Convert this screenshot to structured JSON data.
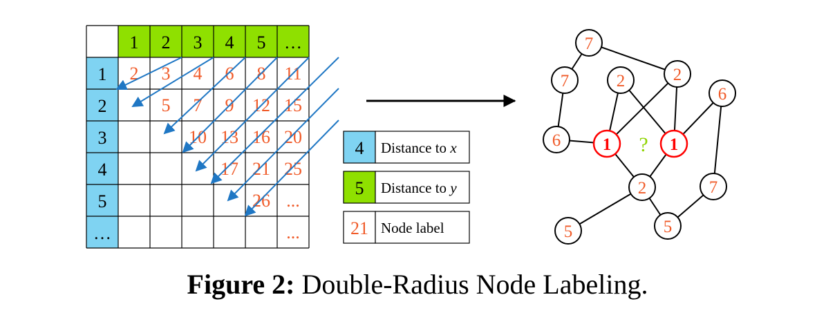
{
  "grid": {
    "column_headers": [
      "1",
      "2",
      "3",
      "4",
      "5",
      "…"
    ],
    "row_headers": [
      "1",
      "2",
      "3",
      "4",
      "5",
      "…"
    ],
    "cells": [
      [
        "2",
        "3",
        "4",
        "6",
        "8",
        "11"
      ],
      [
        "",
        "5",
        "7",
        "9",
        "12",
        "15"
      ],
      [
        "",
        "",
        "10",
        "13",
        "16",
        "20"
      ],
      [
        "",
        "",
        "",
        "17",
        "21",
        "25"
      ],
      [
        "",
        "",
        "",
        "",
        "26",
        "..."
      ],
      [
        "",
        "",
        "",
        "",
        "",
        "..."
      ]
    ]
  },
  "legend": [
    {
      "value": "4",
      "text": "Distance to x",
      "var": "x",
      "kind": "row"
    },
    {
      "value": "5",
      "text": "Distance to y",
      "var": "y",
      "kind": "col"
    },
    {
      "value": "21",
      "text": "Node label",
      "var": "",
      "kind": "label"
    }
  ],
  "graph": {
    "nodes": [
      {
        "id": "a",
        "label": "7"
      },
      {
        "id": "b",
        "label": "7"
      },
      {
        "id": "c",
        "label": "2"
      },
      {
        "id": "d",
        "label": "2"
      },
      {
        "id": "e",
        "label": "6"
      },
      {
        "id": "f",
        "label": "6"
      },
      {
        "id": "g",
        "label": "1",
        "target": true
      },
      {
        "id": "h",
        "label": "1",
        "target": true
      },
      {
        "id": "i",
        "label": "2"
      },
      {
        "id": "j",
        "label": "7"
      },
      {
        "id": "k",
        "label": "5"
      },
      {
        "id": "l",
        "label": "5"
      }
    ],
    "edges": [
      [
        "a",
        "b"
      ],
      [
        "a",
        "d"
      ],
      [
        "b",
        "f"
      ],
      [
        "f",
        "g"
      ],
      [
        "c",
        "g"
      ],
      [
        "c",
        "h"
      ],
      [
        "d",
        "g"
      ],
      [
        "d",
        "h"
      ],
      [
        "e",
        "h"
      ],
      [
        "g",
        "i"
      ],
      [
        "h",
        "i"
      ],
      [
        "i",
        "k"
      ],
      [
        "i",
        "l"
      ],
      [
        "l",
        "j"
      ],
      [
        "e",
        "j"
      ]
    ],
    "center_mark": "?"
  },
  "caption": {
    "label": "Figure 2:",
    "text": "Double-Radius Node Labeling."
  },
  "colors": {
    "row_header": "#7fd3f2",
    "col_header": "#8fe000",
    "label_text": "#f05a28",
    "arrow": "#1f77c4",
    "target_node": "#ff0000",
    "question_mark": "#8fd400"
  }
}
